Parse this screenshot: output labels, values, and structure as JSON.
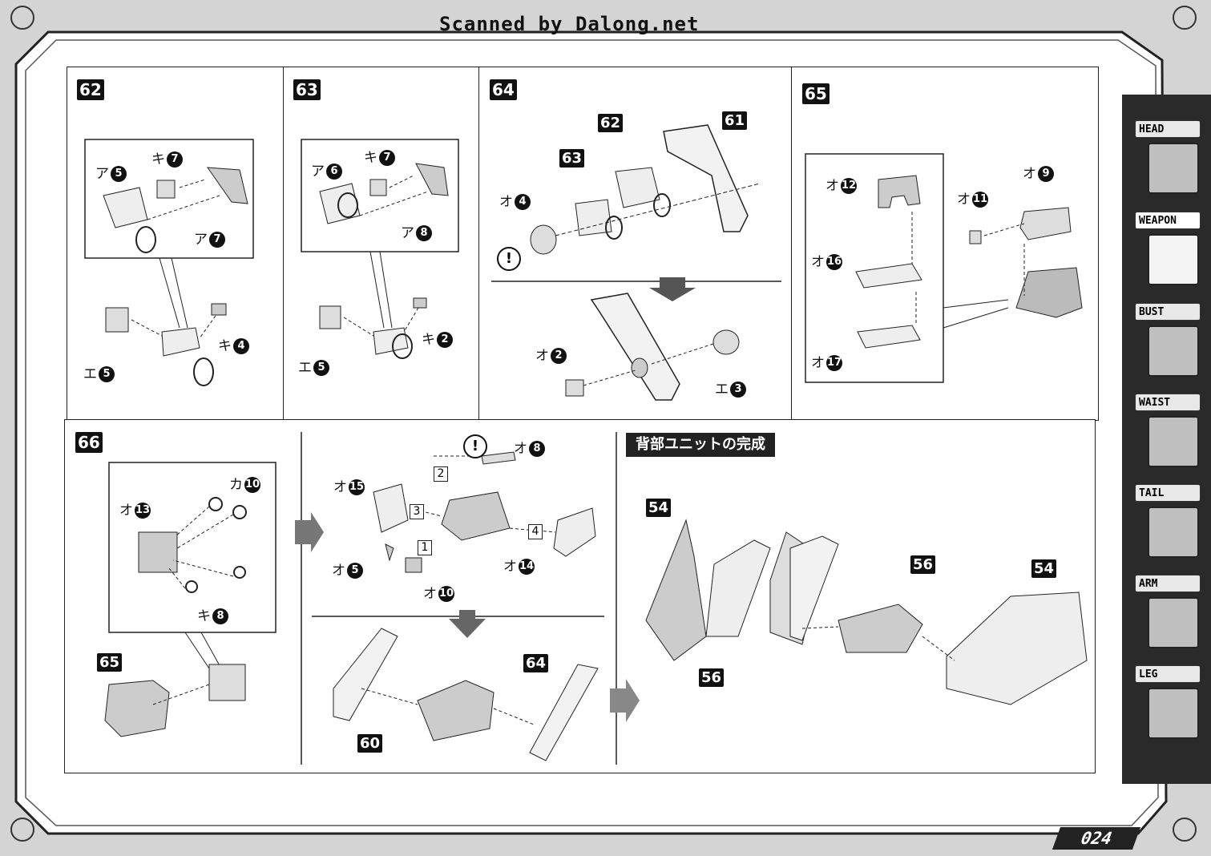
{
  "header": {
    "scan_credit": "Scanned by Dalong.net"
  },
  "page_number": "024",
  "colors": {
    "ink": "#111111",
    "paper": "#ffffff",
    "frame": "#2a2a2a",
    "background": "#d9d9d9"
  },
  "side_tabs": [
    {
      "label": "HEAD",
      "active": false,
      "icon": "head-thumbnail"
    },
    {
      "label": "WEAPON",
      "active": true,
      "icon": "weapon-thumbnail"
    },
    {
      "label": "BUST",
      "active": false,
      "icon": "bust-thumbnail"
    },
    {
      "label": "WAIST",
      "active": false,
      "icon": "waist-thumbnail"
    },
    {
      "label": "TAIL",
      "active": false,
      "icon": "tail-thumbnail"
    },
    {
      "label": "ARM",
      "active": false,
      "icon": "arm-thumbnail"
    },
    {
      "label": "LEG",
      "active": false,
      "icon": "leg-thumbnail"
    }
  ],
  "steps": {
    "s62": {
      "number": "62",
      "callouts": [
        "ア",
        "5",
        "キ",
        "7",
        "ア",
        "7",
        "エ",
        "5",
        "キ",
        "4"
      ]
    },
    "s63": {
      "number": "63",
      "callouts": [
        "ア",
        "6",
        "キ",
        "7",
        "ア",
        "8",
        "エ",
        "5",
        "キ",
        "2"
      ]
    },
    "s64": {
      "number": "64",
      "parts": [
        "62",
        "61",
        "63"
      ],
      "callouts": [
        "オ",
        "4",
        "オ",
        "2",
        "エ",
        "3"
      ],
      "warning": "!"
    },
    "s65": {
      "number": "65",
      "callouts": [
        "オ",
        "12",
        "オ",
        "11",
        "オ",
        "9",
        "オ",
        "16",
        "オ",
        "17"
      ]
    },
    "s66": {
      "number": "66",
      "callouts": [
        "カ",
        "10",
        "オ",
        "13",
        "キ",
        "8",
        "オ",
        "8",
        "オ",
        "15",
        "オ",
        "5",
        "オ",
        "14",
        "オ",
        "10"
      ],
      "parts": [
        "65",
        "60",
        "64"
      ],
      "sequence": [
        "2",
        "3",
        "1",
        "4"
      ],
      "warning": "!"
    },
    "complete": {
      "title": "背部ユニットの完成",
      "parts": [
        "54",
        "56",
        "56",
        "54"
      ]
    }
  }
}
